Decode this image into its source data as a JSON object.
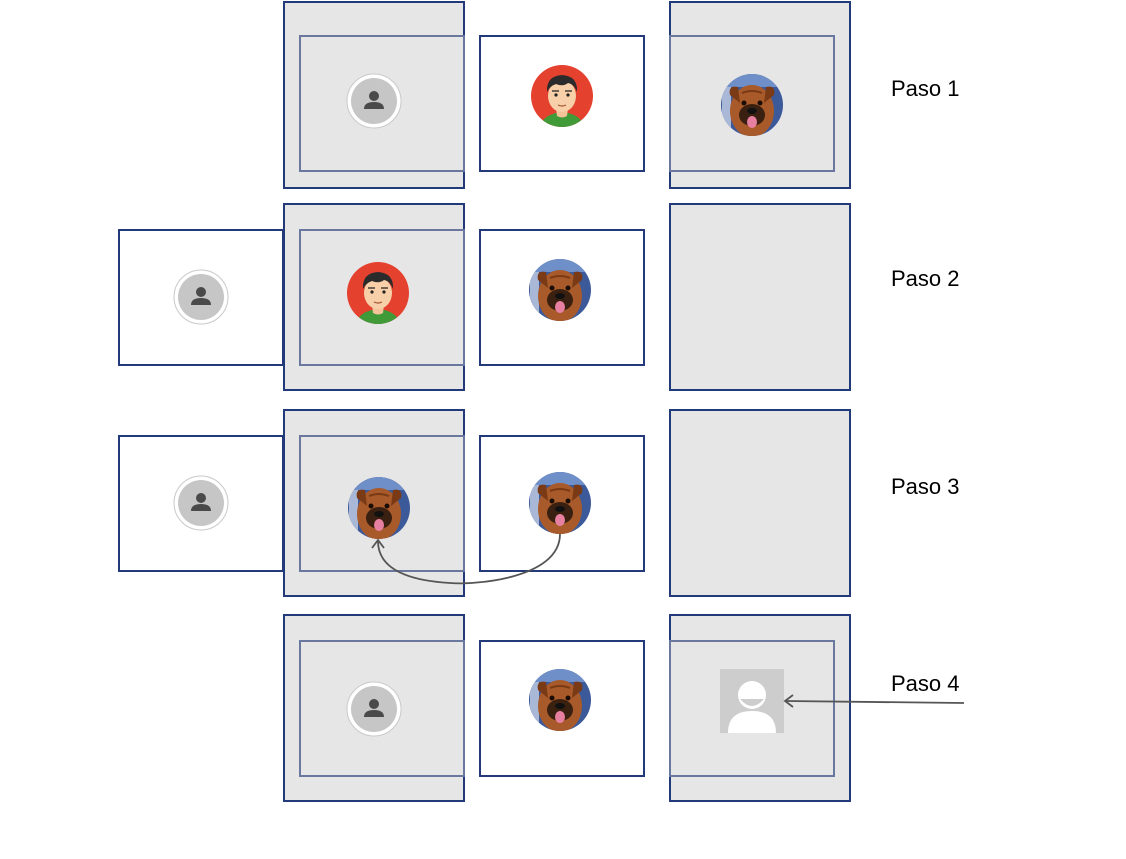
{
  "steps": [
    {
      "label": "Paso 1"
    },
    {
      "label": "Paso 2"
    },
    {
      "label": "Paso 3"
    },
    {
      "label": "Paso 4"
    }
  ],
  "icons": {
    "placeholder": "person-placeholder-icon",
    "user": "user-avatar-icon",
    "dog": "dog-avatar-icon",
    "default_avatar": "default-avatar-icon"
  },
  "colors": {
    "box_border": "#223a7a",
    "box_fill": "#e6e6e6",
    "arrow": "#555555"
  }
}
